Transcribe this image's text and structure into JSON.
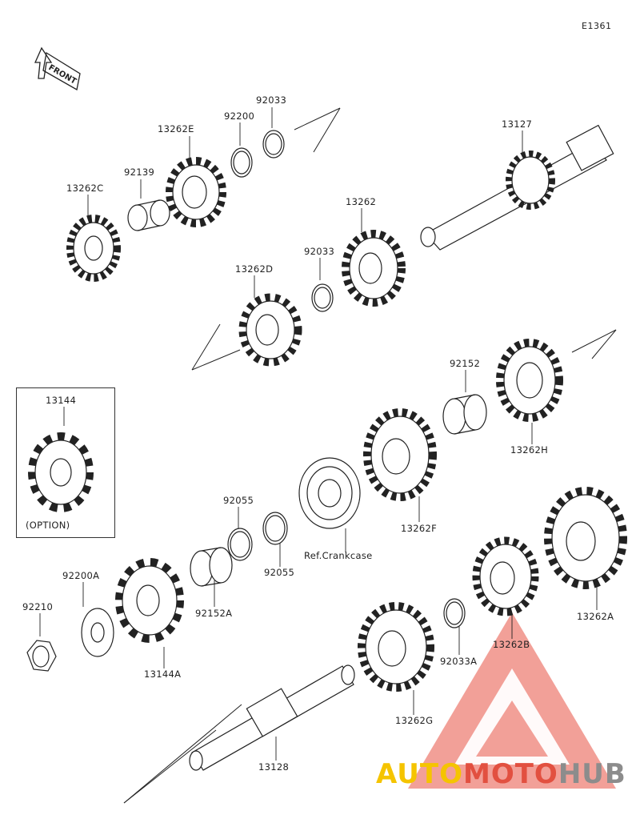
{
  "diagram_code": "E1361",
  "front_label": "FRONT",
  "option_label": "(OPTION)",
  "ref_label": "Ref.Crankcase",
  "logo": {
    "part1": "AUTO",
    "part2": "MOTO",
    "part3": "HUB",
    "colors": [
      "#f5c400",
      "#e25040",
      "#8c8c8c"
    ]
  },
  "parts": [
    {
      "id": "92033",
      "label": "92033"
    },
    {
      "id": "92200",
      "label": "92200"
    },
    {
      "id": "13262E",
      "label": "13262E"
    },
    {
      "id": "92139",
      "label": "92139"
    },
    {
      "id": "13262C",
      "label": "13262C"
    },
    {
      "id": "13127",
      "label": "13127"
    },
    {
      "id": "13262",
      "label": "13262"
    },
    {
      "id": "92033b",
      "label": "92033"
    },
    {
      "id": "13262D",
      "label": "13262D"
    },
    {
      "id": "92152",
      "label": "92152"
    },
    {
      "id": "13262H",
      "label": "13262H"
    },
    {
      "id": "13144",
      "label": "13144"
    },
    {
      "id": "13262F",
      "label": "13262F"
    },
    {
      "id": "92055a",
      "label": "92055"
    },
    {
      "id": "92055b",
      "label": "92055"
    },
    {
      "id": "92200A",
      "label": "92200A"
    },
    {
      "id": "92210",
      "label": "92210"
    },
    {
      "id": "92152A",
      "label": "92152A"
    },
    {
      "id": "13144A",
      "label": "13144A"
    },
    {
      "id": "13262A",
      "label": "13262A"
    },
    {
      "id": "13262B",
      "label": "13262B"
    },
    {
      "id": "92033A",
      "label": "92033A"
    },
    {
      "id": "13262G",
      "label": "13262G"
    },
    {
      "id": "13128",
      "label": "13128"
    }
  ]
}
